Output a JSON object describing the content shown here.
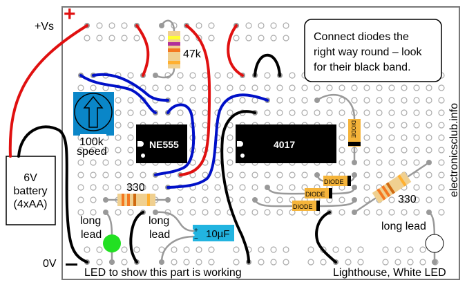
{
  "supply": {
    "plus_symbol": "+",
    "minus_symbol": "−",
    "vs_label": "+Vs",
    "zero_label": "0V"
  },
  "battery": {
    "line1": "6V",
    "line2": "battery",
    "line3": "(4xAA)"
  },
  "components": {
    "resistor_47k": "47k",
    "pot_value": "100k",
    "pot_label": "speed",
    "chip1": "NE555",
    "chip2": "4017",
    "resistor_led1": "330",
    "resistor_led2": "330",
    "capacitor": "10µF",
    "cap_plus": "+",
    "cap_minus": "−",
    "diode_label": "DIODE",
    "long_lead": [
      "long",
      "lead"
    ],
    "long_lead_right": "long lead"
  },
  "note": {
    "lines": [
      "Connect diodes the",
      "right way round – look",
      "for their black band."
    ]
  },
  "captions": {
    "left": "LED to show this part is working",
    "right": "Lighthouse, White LED",
    "site": "electronicsclub.info"
  },
  "colors": {
    "red_wire": "#e01010",
    "blue_wire": "#0010c8",
    "black_wire": "#000000",
    "pot": "#0a86c8",
    "capacitor": "#22b4e0",
    "diode": "#f5b43a",
    "green_led": "#22e022",
    "white_led": "#ffffff",
    "lead": "#999999"
  }
}
